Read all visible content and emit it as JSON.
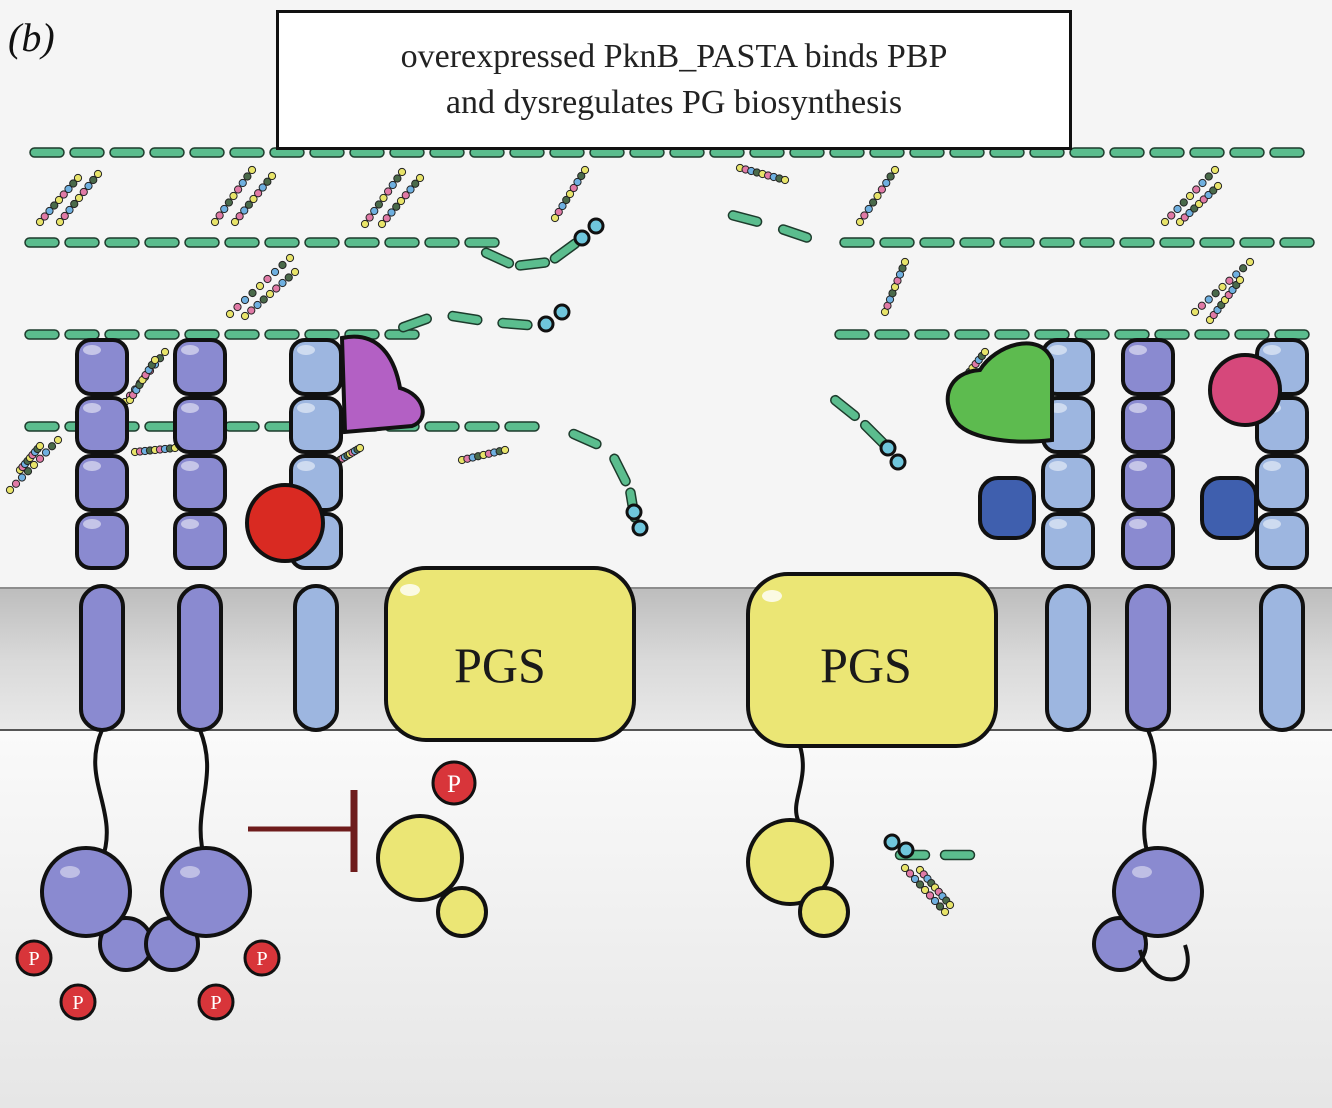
{
  "panel": {
    "label": "(b)"
  },
  "title": {
    "line1": "overexpressed PknB_PASTA binds PBP",
    "line2": "and dysregulates PG biosynthesis"
  },
  "pgs": {
    "left_label": "PGS",
    "right_label": "PGS"
  },
  "phospho": {
    "label": "P"
  },
  "colors": {
    "glycan_strand": "#5bbd8e",
    "pasta_domain": "#8a8ad0",
    "pasta_light": "#9db6e0",
    "pgs_protein": "#ebe675",
    "pbp_purple": "#b360c4",
    "pbp_green": "#5dbb4f",
    "ligand_red": "#d92a22",
    "ligand_pink": "#d6487b",
    "phospho_red": "#d8353a",
    "membrane_gray": "#c8c8c8",
    "inhibit_line": "#6e1c1c"
  }
}
